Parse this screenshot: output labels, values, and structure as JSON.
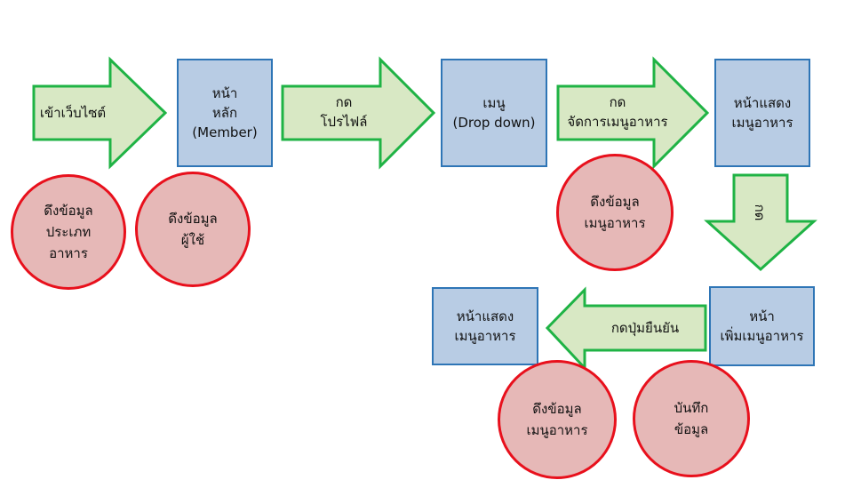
{
  "arrows": {
    "enter_site": "เข้าเว็บไซต์",
    "click_profile": "กด\nโปรไฟล์",
    "click_manage_menu": "กด\nจัดการเมนูอาหาร",
    "click_down": "กด",
    "click_confirm": "กดปุ่มยืนยัน"
  },
  "boxes": {
    "main_page": "หน้า\nหลัก\n(Member)",
    "menu_dropdown": "เมนู\n(Drop down)",
    "show_menu_page": "หน้าแสดง\nเมนูอาหาร",
    "add_menu_page": "หน้า\nเพิ่มเมนูอาหาร",
    "show_menu_page_2": "หน้าแสดง\nเมนูอาหาร"
  },
  "circles": {
    "fetch_food_type": "ดึงข้อมูล\nประเภท\nอาหาร",
    "fetch_user": "ดึงข้อมูล\nผู้ใช้",
    "fetch_food_menu": "ดึงข้อมูล\nเมนูอาหาร",
    "fetch_food_menu_2": "ดึงข้อมูล\nเมนูอาหาร",
    "save_data": "บันทึก\nข้อมูล"
  },
  "colors": {
    "arrow_fill": "#d8e8c4",
    "arrow_stroke": "#1fb345",
    "box_fill": "#b8cce4",
    "box_stroke": "#2e75b6",
    "circle_fill": "#e6b8b7",
    "circle_stroke": "#e8101c"
  }
}
